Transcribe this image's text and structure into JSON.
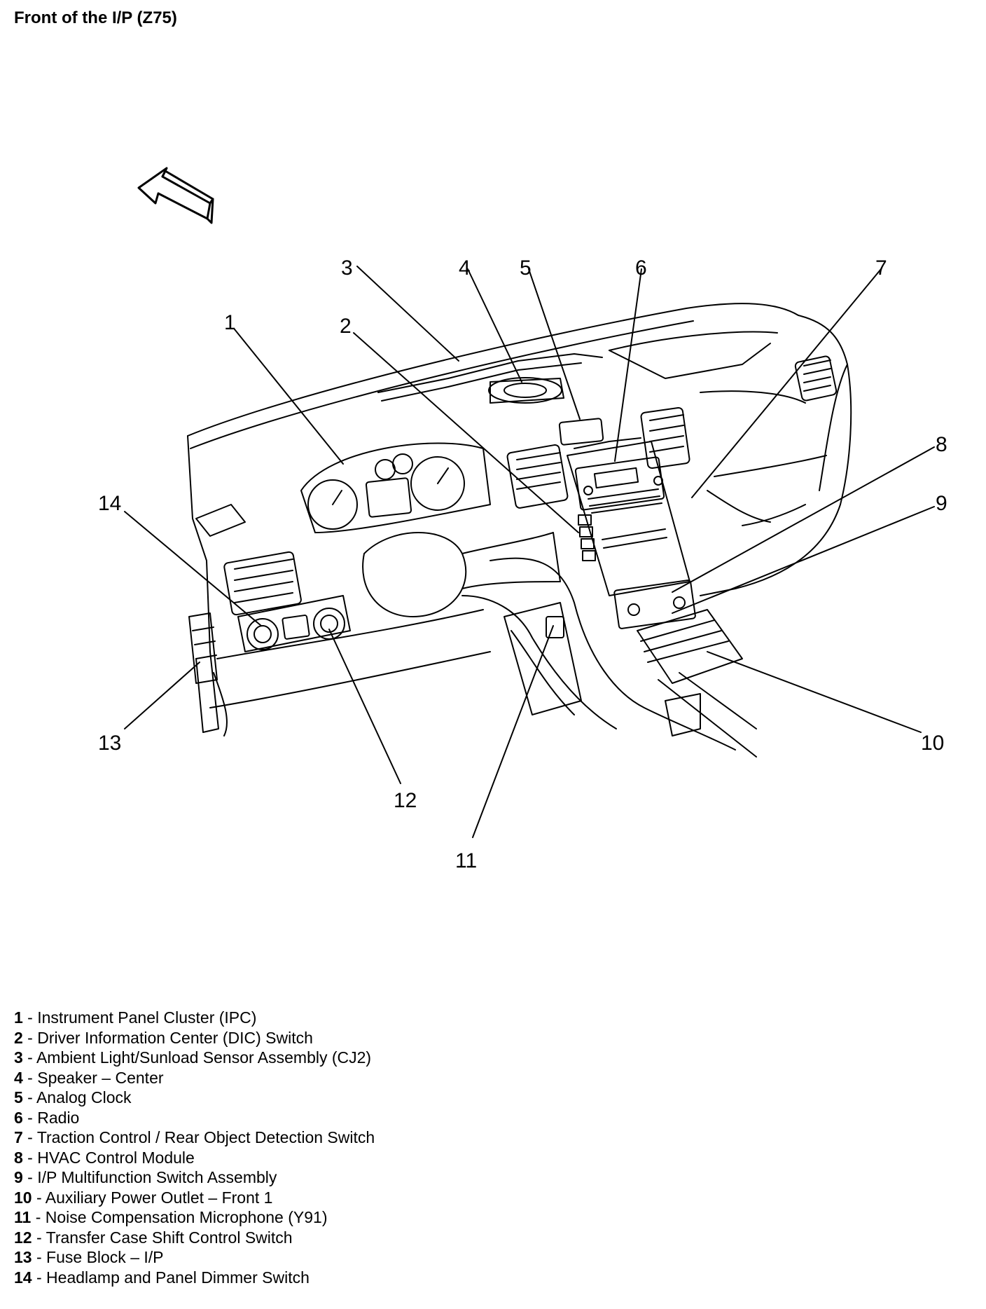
{
  "title": "Front of the I/P (Z75)",
  "colors": {
    "ink": "#000000",
    "background": "#ffffff"
  },
  "icons": [
    "direction-arrow-icon"
  ],
  "callouts": [
    "1",
    "2",
    "3",
    "4",
    "5",
    "6",
    "7",
    "8",
    "9",
    "10",
    "11",
    "12",
    "13",
    "14"
  ],
  "legend": [
    {
      "number": "1",
      "separator": " - ",
      "label": "Instrument Panel Cluster (IPC)"
    },
    {
      "number": "2",
      "separator": " - ",
      "label": "Driver Information Center (DIC) Switch"
    },
    {
      "number": "3",
      "separator": " - ",
      "label": "Ambient Light/Sunload Sensor Assembly (CJ2)"
    },
    {
      "number": "4",
      "separator": " - ",
      "label": "Speaker – Center"
    },
    {
      "number": "5",
      "separator": " - ",
      "label": "Analog Clock"
    },
    {
      "number": "6",
      "separator": " - ",
      "label": "Radio"
    },
    {
      "number": "7",
      "separator": " - ",
      "label": "Traction Control / Rear Object Detection Switch"
    },
    {
      "number": "8",
      "separator": " - ",
      "label": "HVAC Control Module"
    },
    {
      "number": "9",
      "separator": " - ",
      "label": "I/P Multifunction Switch Assembly"
    },
    {
      "number": "10",
      "separator": " - ",
      "label": "Auxiliary Power Outlet – Front 1"
    },
    {
      "number": "11",
      "separator": " - ",
      "label": "Noise Compensation Microphone (Y91)"
    },
    {
      "number": "12",
      "separator": " - ",
      "label": "Transfer Case Shift Control Switch"
    },
    {
      "number": "13",
      "separator": " - ",
      "label": "Fuse Block – I/P"
    },
    {
      "number": "14",
      "separator": " - ",
      "label": "Headlamp and Panel Dimmer Switch"
    }
  ]
}
